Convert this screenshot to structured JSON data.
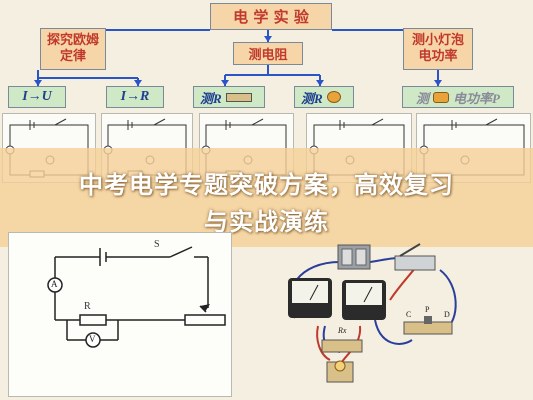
{
  "root": {
    "label": "电 学 实 验"
  },
  "branches": {
    "left": "探究欧姆定律",
    "middle": "测电阻",
    "right": "测小灯泡电功率"
  },
  "methods": {
    "i_u": "I→U",
    "i_r": "I→R",
    "measure_r_1": "测R",
    "measure_r_2": "测R",
    "measure_p_prefix": "测",
    "measure_p_suffix": "电功率P"
  },
  "circuit_labels": {
    "switch": "S",
    "ammeter": "A",
    "voltmeter": "V",
    "resistor": "R",
    "rx": "Rx",
    "c": "C",
    "d": "D",
    "p": "P"
  },
  "banner": {
    "line1": "中考电学专题突破方案，高效复习",
    "line2": "与实战演练"
  },
  "colors": {
    "background": "#f4efe1",
    "orange_box": "#f6d6a8",
    "green_box": "#cfe9c6",
    "connector": "#2a55c8",
    "banner": "#f5d096"
  }
}
